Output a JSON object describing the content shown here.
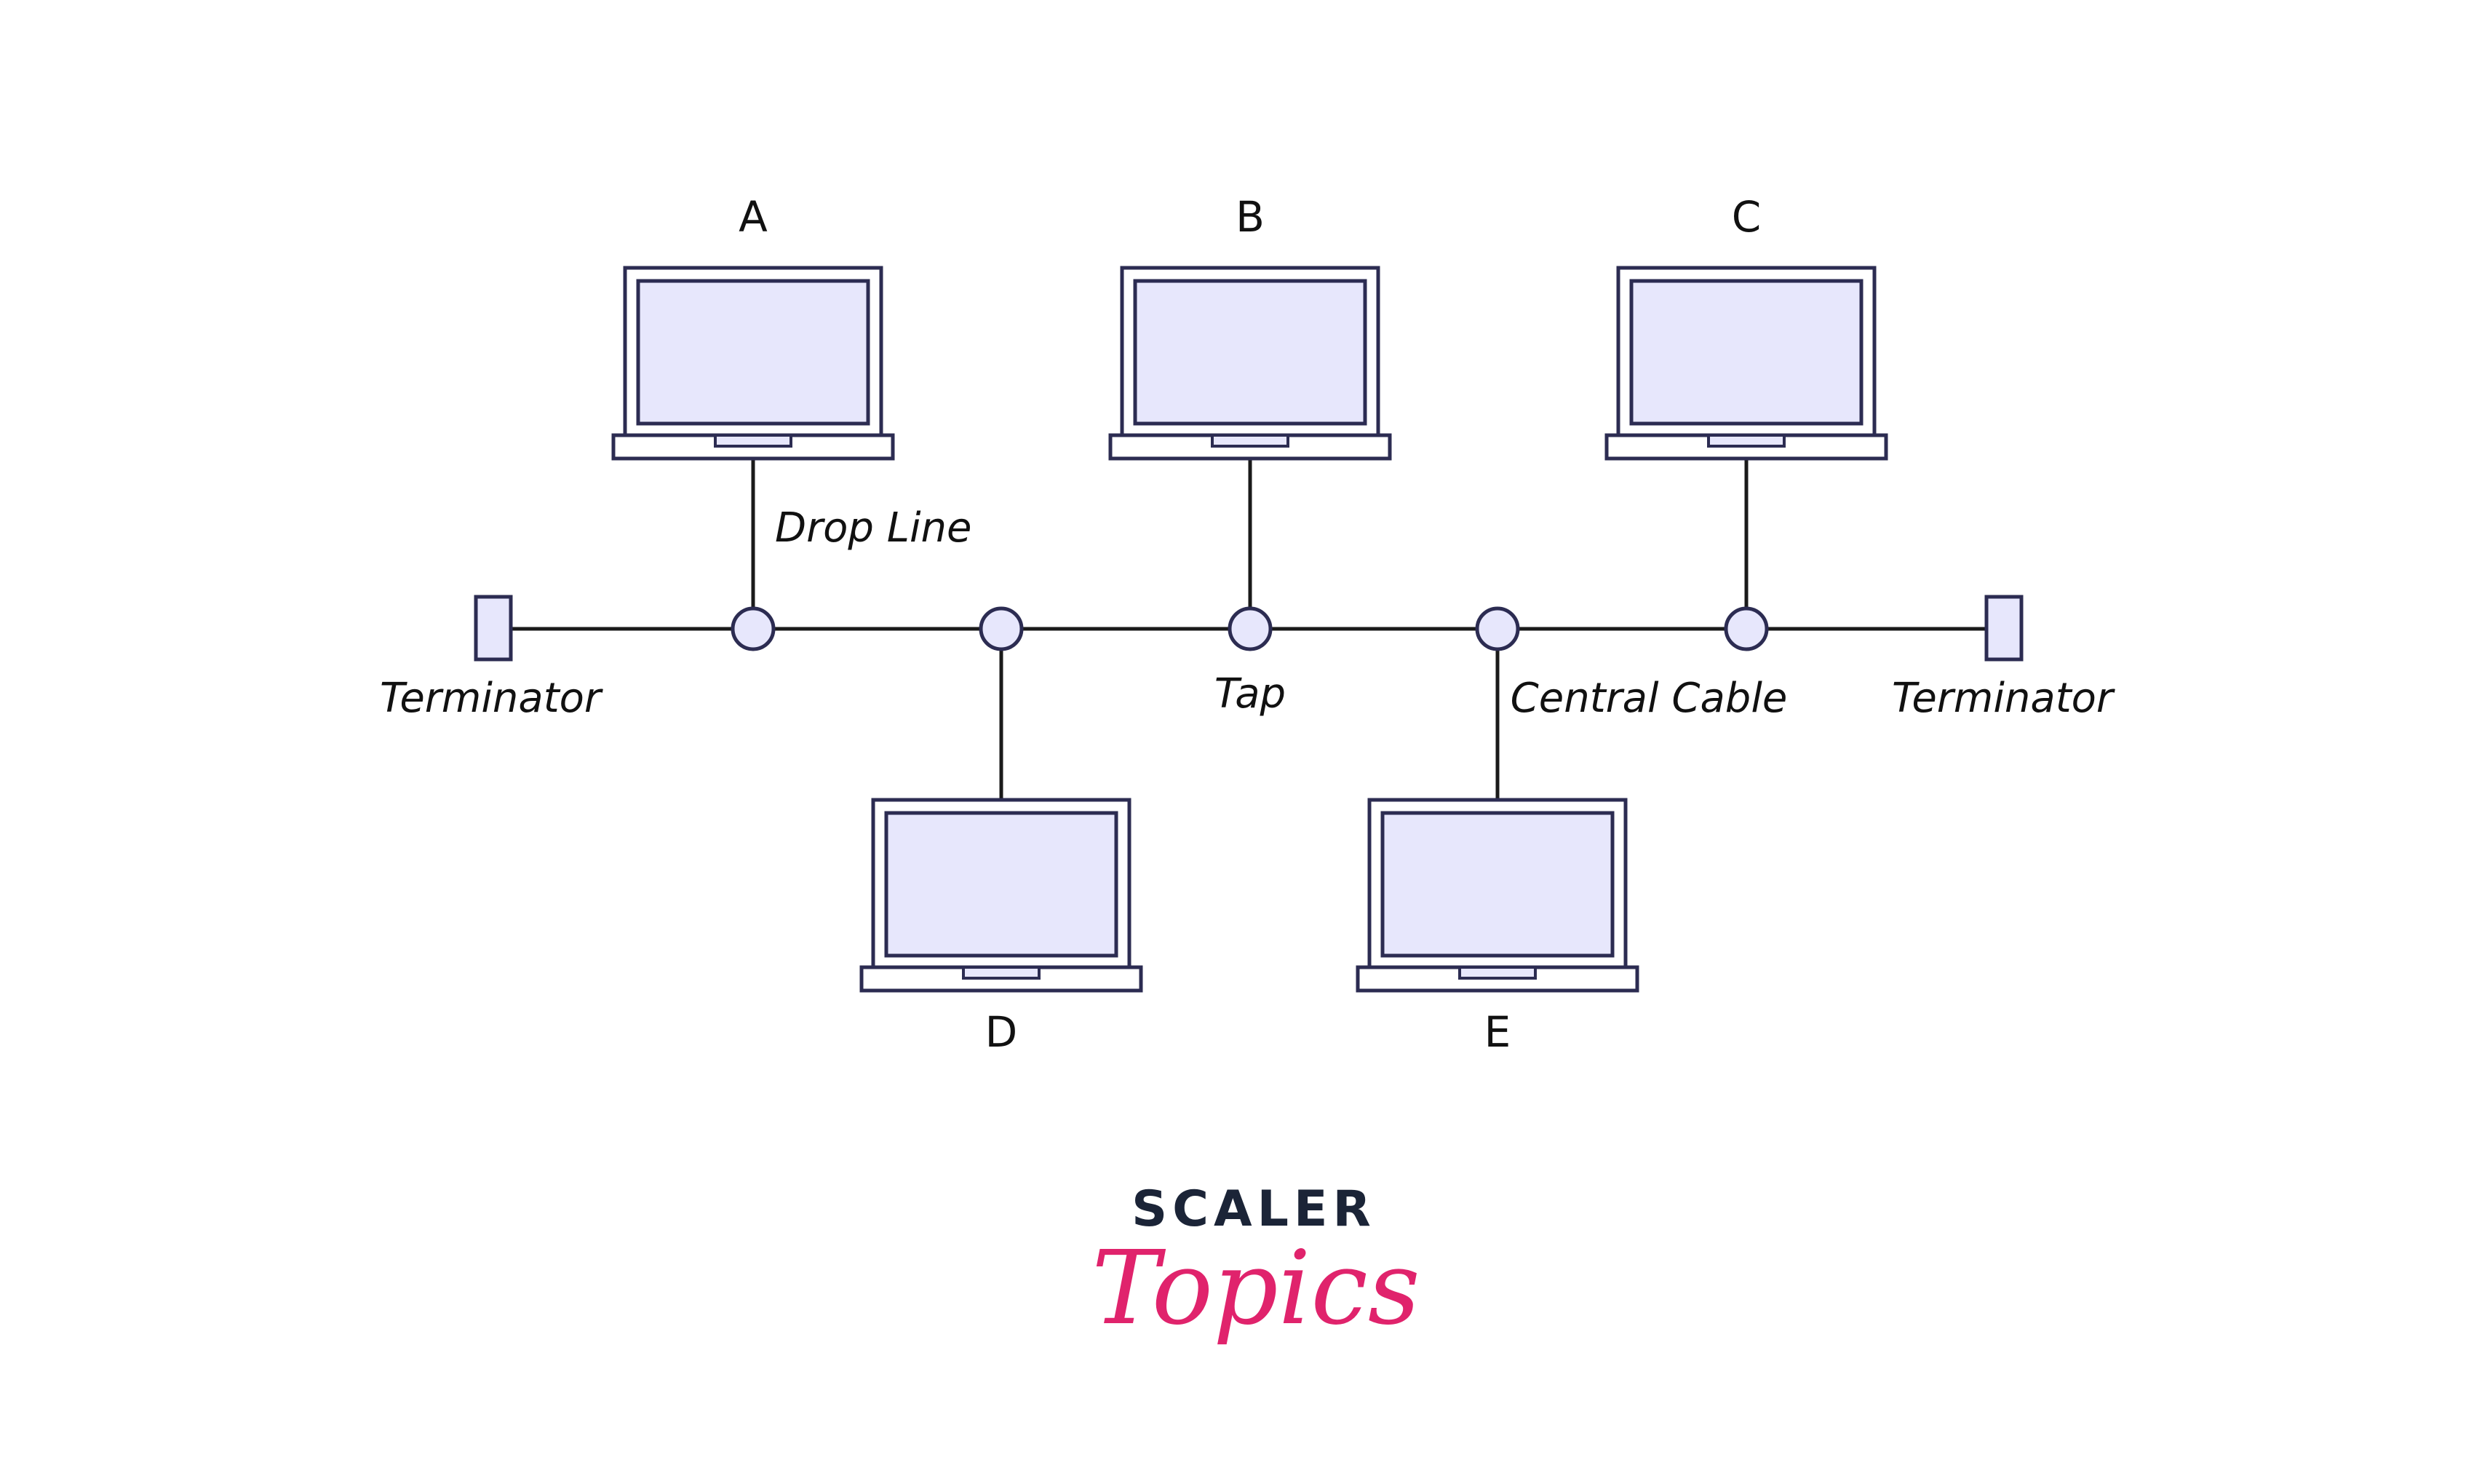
{
  "colors": {
    "stroke": "#2c2c52",
    "screen_fill": "#e7e7fc",
    "cable": "#1a1a1a",
    "brand_dark": "#1b2437",
    "brand_pink": "#e0236c"
  },
  "nodes": {
    "a": "A",
    "b": "B",
    "c": "C",
    "d": "D",
    "e": "E"
  },
  "labels": {
    "drop_line": "Drop Line",
    "terminator_left": "Terminator",
    "tap": "Tap",
    "central_cable": "Central Cable",
    "terminator_right": "Terminator"
  },
  "logo": {
    "top": "SCALER",
    "bottom": "Topics"
  },
  "icons": [
    "laptop-icon",
    "tap-connector",
    "terminator-block"
  ]
}
